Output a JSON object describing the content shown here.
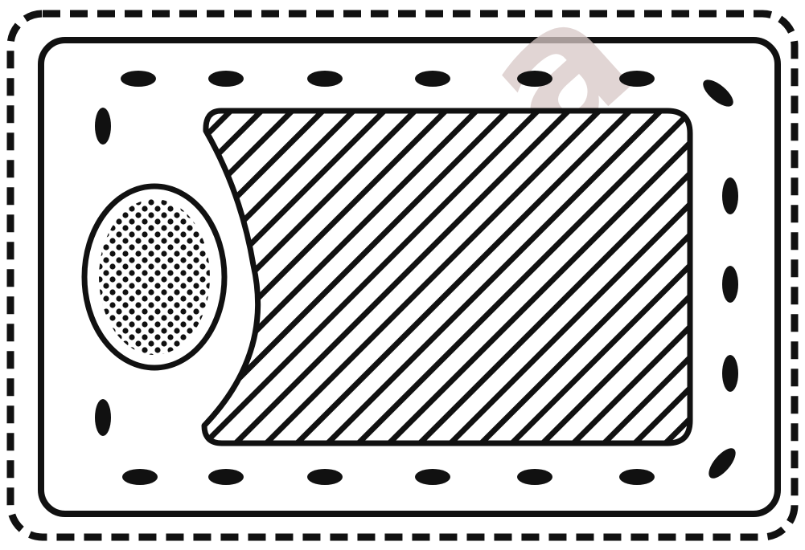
{
  "colors": {
    "ink": "#111111",
    "paper": "#ffffff",
    "watermark": "#d8c8c6"
  },
  "watermark": {
    "text": "clea"
  },
  "patterns": {
    "large_panel": "diagonal-stripes",
    "oval_panel": "dot-grid"
  }
}
